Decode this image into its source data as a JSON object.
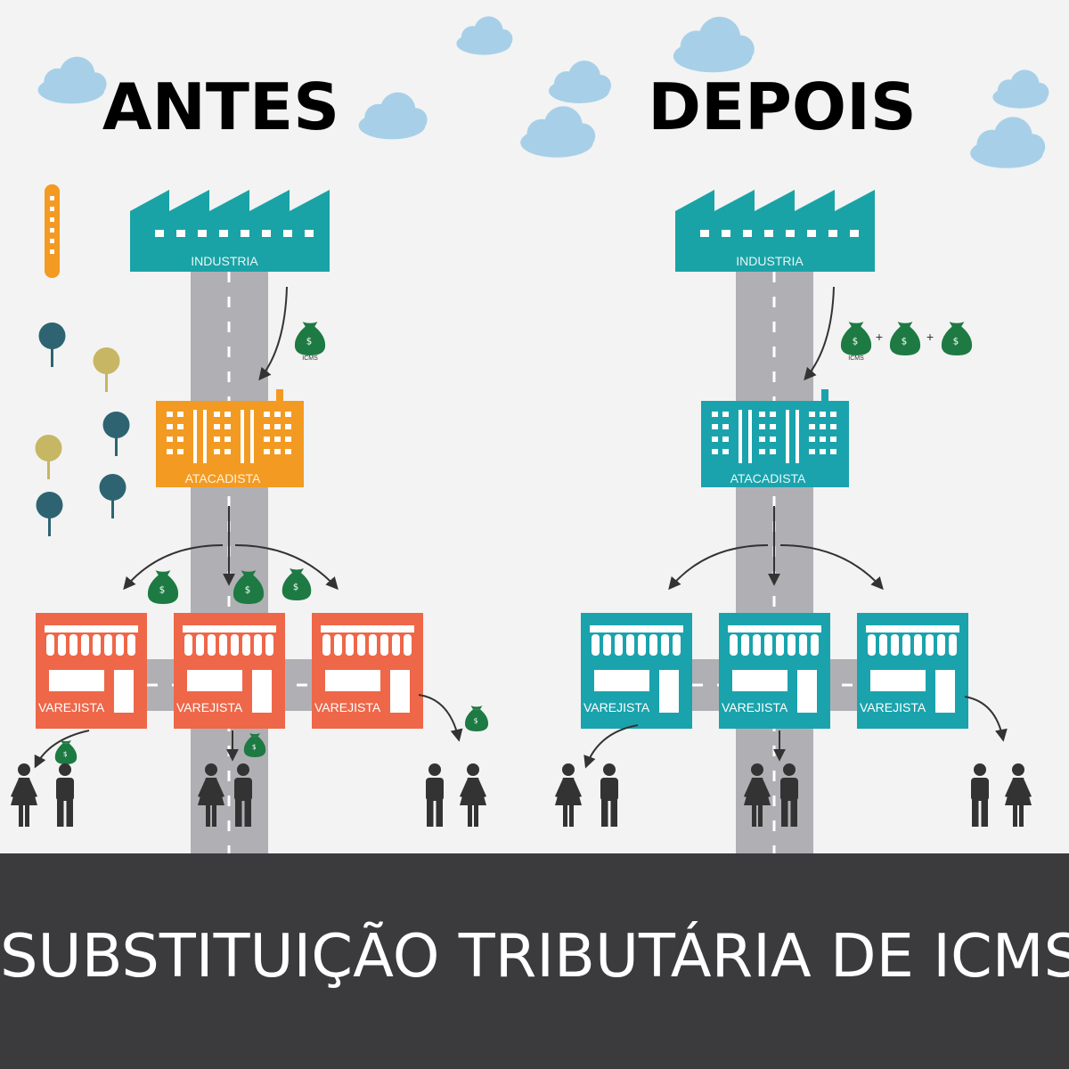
{
  "headings": {
    "antes": "ANTES",
    "depois": "DEPOIS"
  },
  "labels": {
    "industria": "INDUSTRIA",
    "atacadista": "ATACADISTA",
    "varejista": "VAREJISTA",
    "icms": "ICMS",
    "plus": "+"
  },
  "footer": {
    "title": "SUBSTITUIÇÃO TRIBUTÁRIA DE ICMS"
  },
  "colors": {
    "factory": "#1aa3a6",
    "wholesale_before": "#f39a22",
    "store_before": "#ee6749",
    "store_after": "#1aa3ad",
    "money": "#1d7a43",
    "road": "#b0b0b4",
    "footer": "#3b3b3d",
    "cloud": "#a7d0e8",
    "tree_dark": "#2e6471",
    "tree_light": "#c7b664",
    "pole": "#f39a22",
    "person": "#333333"
  },
  "icons": [
    "factory-icon",
    "wholesale-building-icon",
    "store-icon",
    "money-bag-icon",
    "person-man-icon",
    "person-woman-icon",
    "cloud-icon",
    "tree-icon",
    "arrow-icon"
  ]
}
